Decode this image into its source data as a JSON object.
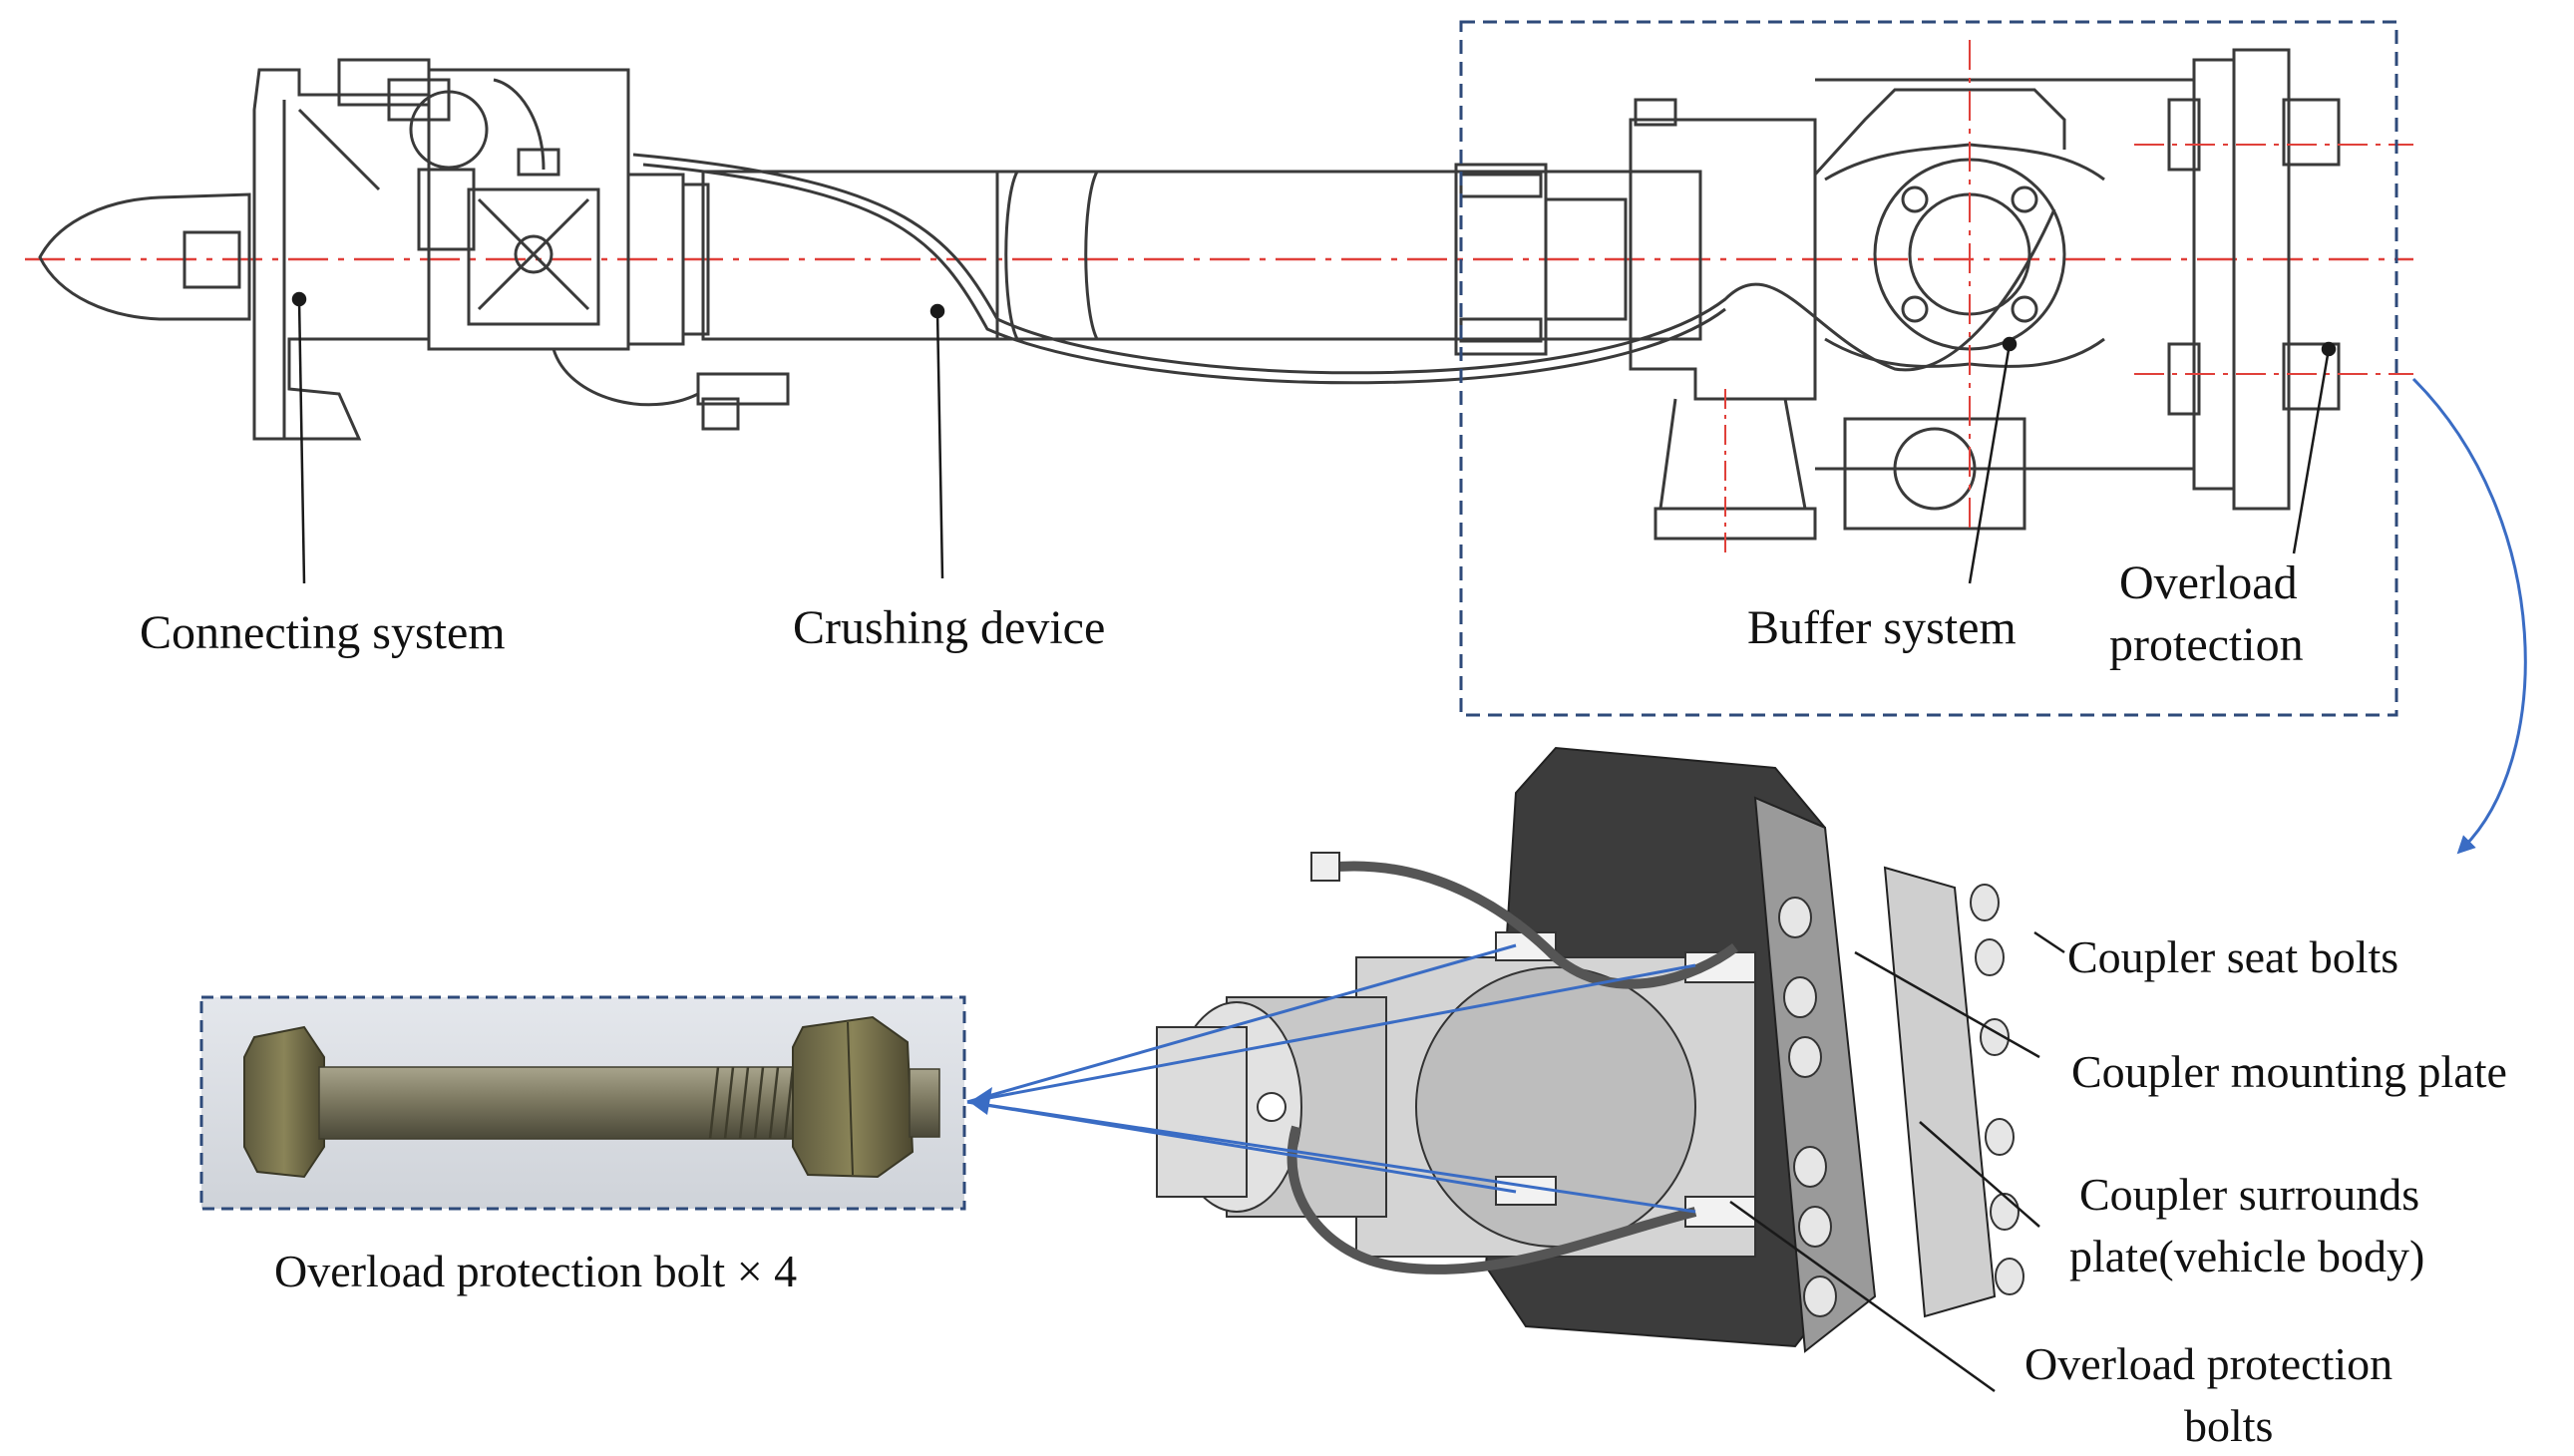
{
  "labels": {
    "connecting_system": "Connecting system",
    "crushing_device": "Crushing device",
    "buffer_system": "Buffer system",
    "overload_protection_line1": "Overload",
    "overload_protection_line2": "protection",
    "coupler_seat_bolts": "Coupler seat bolts",
    "coupler_mounting_plate": "Coupler mounting plate",
    "coupler_surrounds_line1": "Coupler surrounds",
    "coupler_surrounds_line2": "plate(vehicle body)",
    "overload_bolts_line1": "Overload protection",
    "overload_bolts_line2": "bolts",
    "bolt_caption": "Overload protection bolt × 4"
  },
  "colors": {
    "line": "#3a3a3a",
    "centerline": "#e0403a",
    "box_dash": "#2e4a7a",
    "arrow": "#3a6cc4",
    "callout": "#1a1a1a",
    "render_dark": "#3c3c3c",
    "render_mid": "#9a9a9a",
    "render_light": "#d4d4d4"
  }
}
